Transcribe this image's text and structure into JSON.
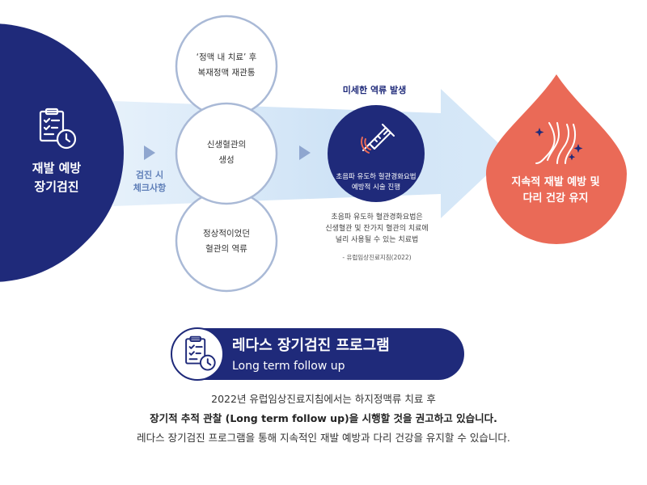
{
  "left_box": {
    "title_line1": "재발 예방",
    "title_line2": "장기검진",
    "icon": "clipboard-clock-icon",
    "color": "#1f2a7a"
  },
  "check_label": {
    "line1": "검진 시",
    "line2": "체크사항"
  },
  "circles": [
    {
      "line1": "‘정맥 내 치료’ 후",
      "line2": "복재정맥 재관통"
    },
    {
      "line1": "신생혈관의",
      "line2": "생성"
    },
    {
      "line1": "정상적이었던",
      "line2": "혈관의 역류"
    }
  ],
  "treatment": {
    "subtitle": "미세한 역류 발생",
    "line1": "초음파 유도하 혈관경화요법",
    "line2": "예방적 시술 진행",
    "icon": "syringe-icon",
    "color": "#1f2a7a"
  },
  "note": {
    "line1": "초음파 유도하 혈관경화요법은",
    "line2": "신생혈관 및 잔가지 혈관의 치료에",
    "line3": "널리 사용될 수 있는 치료법",
    "source": "- 유럽임상진료지침(2022)"
  },
  "drop": {
    "line1": "지속적 재발 예방 및",
    "line2": "다리 건강 유지",
    "icon": "legs-sparkle-icon",
    "color": "#ea6a57"
  },
  "program": {
    "title": "레다스 장기검진 프로그램",
    "subtitle": "Long term follow up",
    "icon": "clipboard-clock-icon",
    "color": "#1f2a7a"
  },
  "bottom": {
    "line1": "2022년 유럽임상진료지침에서는 하지정맥류 치료 후",
    "line2": "장기적 추적 관찰 (Long term follow up)을 시행할 것을 권고하고 있습니다.",
    "line3": "레다스 장기검진 프로그램을 통해 지속적인 재발 예방과 다리 건강을 유지할 수 있습니다."
  }
}
